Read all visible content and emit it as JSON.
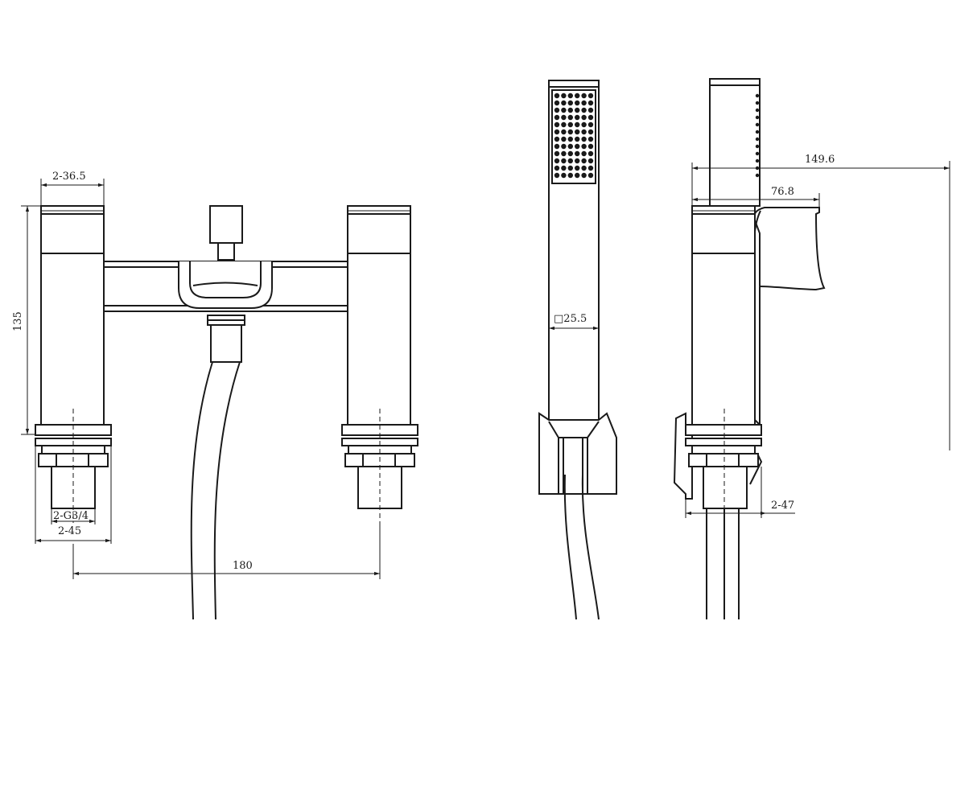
{
  "diagram": {
    "dimensions": {
      "handle_width": "2-36.5",
      "height": "135",
      "inlet_thread": "2-G3/4",
      "inlet_width": "2-45",
      "centres": "180",
      "handset_square": "25.5",
      "square_symbol": "□",
      "projection_total": "149.6",
      "projection_spout": "76.8",
      "side_base": "2-47"
    },
    "colors": {
      "line": "#1a1a1a",
      "background": "#ffffff"
    }
  }
}
